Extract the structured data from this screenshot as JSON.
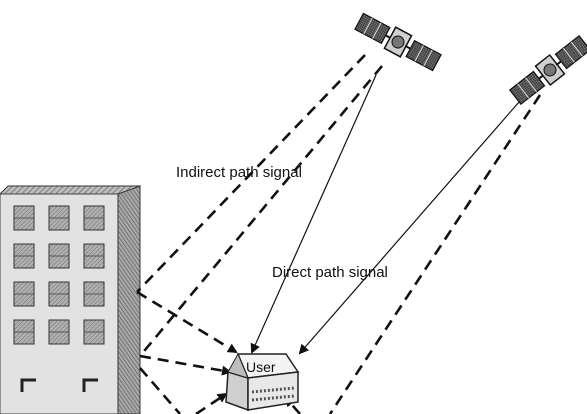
{
  "labels": {
    "indirect": "Indirect path signal",
    "direct": "Direct path signal",
    "user": "User"
  },
  "elements": {
    "satellite_count": 2,
    "building_window_grid": {
      "rows": 4,
      "cols": 3
    },
    "signal_types": [
      "direct-path",
      "indirect-path"
    ]
  },
  "colors": {
    "line": "#111111",
    "building_face": "#dadada",
    "building_side": "#9a9a9a",
    "window_fill": "#8c8c8c",
    "satellite_panel": "#3a3a3a",
    "device_body": "#e6e6e6"
  }
}
